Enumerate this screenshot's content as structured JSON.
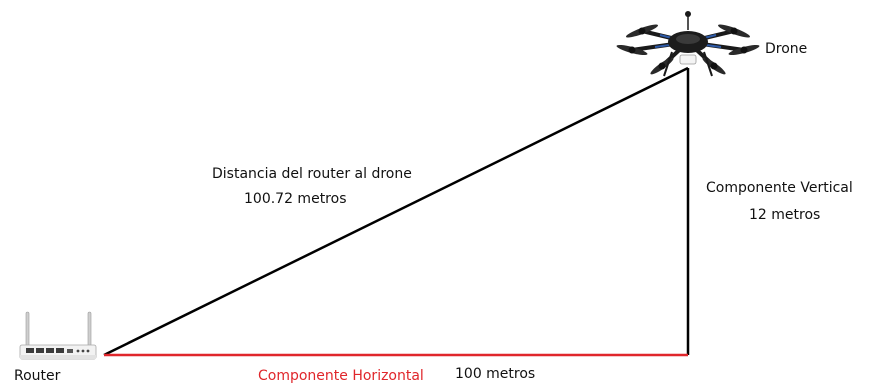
{
  "colors": {
    "hypotenuse": "#000000",
    "vertical": "#000000",
    "horizontal": "#e0262b",
    "horizontal_label": "#e0262b"
  },
  "icons": {
    "router": "router-icon",
    "drone": "drone-icon"
  },
  "labels": {
    "router": "Router",
    "drone": "Drone",
    "hypotenuse_title": "Distancia del router al drone",
    "hypotenuse_value": "100.72 metros",
    "vertical_title": "Componente Vertical",
    "vertical_value": "12 metros",
    "horizontal_title": "Componente Horizontal",
    "horizontal_value": "100 metros"
  }
}
